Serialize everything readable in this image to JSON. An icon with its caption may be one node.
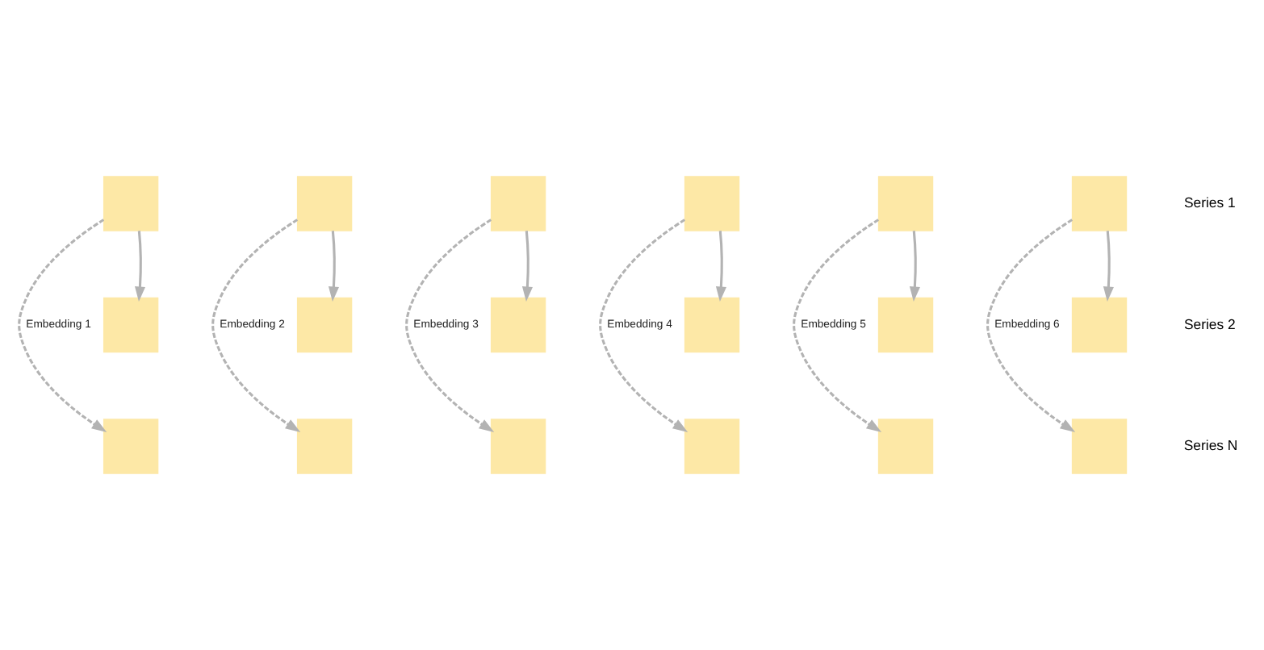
{
  "diagram": {
    "nodes": [
      {
        "text": [],
        "shape": "box"
      },
      {
        "text": [],
        "shape": "box"
      },
      {
        "text": [],
        "shape": "box"
      },
      {
        "text": [],
        "shape": "box"
      },
      {
        "text": [],
        "shape": "box"
      },
      {
        "text": [],
        "shape": "box"
      },
      {
        "text": [],
        "shape": "box"
      },
      {
        "text": [],
        "shape": "box"
      },
      {
        "text": [],
        "shape": "box"
      },
      {
        "text": [],
        "shape": "box"
      },
      {
        "text": [],
        "shape": "box"
      },
      {
        "text": [],
        "shape": "box"
      },
      {
        "text": [],
        "shape": "box"
      },
      {
        "text": [],
        "shape": "box"
      },
      {
        "text": [],
        "shape": "box"
      },
      {
        "text": [],
        "shape": "box"
      },
      {
        "text": [],
        "shape": "box"
      },
      {
        "text": [],
        "shape": "box"
      }
    ],
    "edges": [
      {
        "from": 0,
        "to": 6,
        "arrow": "to"
      },
      {
        "from": 0,
        "to": 12,
        "arrow": "to",
        "style": "dashed",
        "label": "Embedding 1"
      },
      {
        "from": 1,
        "to": 7,
        "arrow": "to"
      },
      {
        "from": 1,
        "to": 13,
        "arrow": "to",
        "style": "dashed",
        "label": "Embedding 2"
      },
      {
        "from": 2,
        "to": 8,
        "arrow": "to"
      },
      {
        "from": 2,
        "to": 14,
        "arrow": "to",
        "style": "dashed",
        "label": "Embedding 3"
      },
      {
        "from": 3,
        "to": 9,
        "arrow": "to"
      },
      {
        "from": 3,
        "to": 15,
        "arrow": "to",
        "style": "dashed",
        "label": "Embedding 4"
      },
      {
        "from": 4,
        "to": 10,
        "arrow": "to"
      },
      {
        "from": 4,
        "to": 16,
        "arrow": "to",
        "style": "dashed",
        "label": "Embedding 5"
      },
      {
        "from": 5,
        "to": 11,
        "arrow": "to"
      },
      {
        "from": 5,
        "to": 17,
        "arrow": "to",
        "style": "dashed",
        "label": "Embedding 6"
      }
    ],
    "labels": [
      "Series 1",
      "Series 2",
      "Series N"
    ]
  }
}
